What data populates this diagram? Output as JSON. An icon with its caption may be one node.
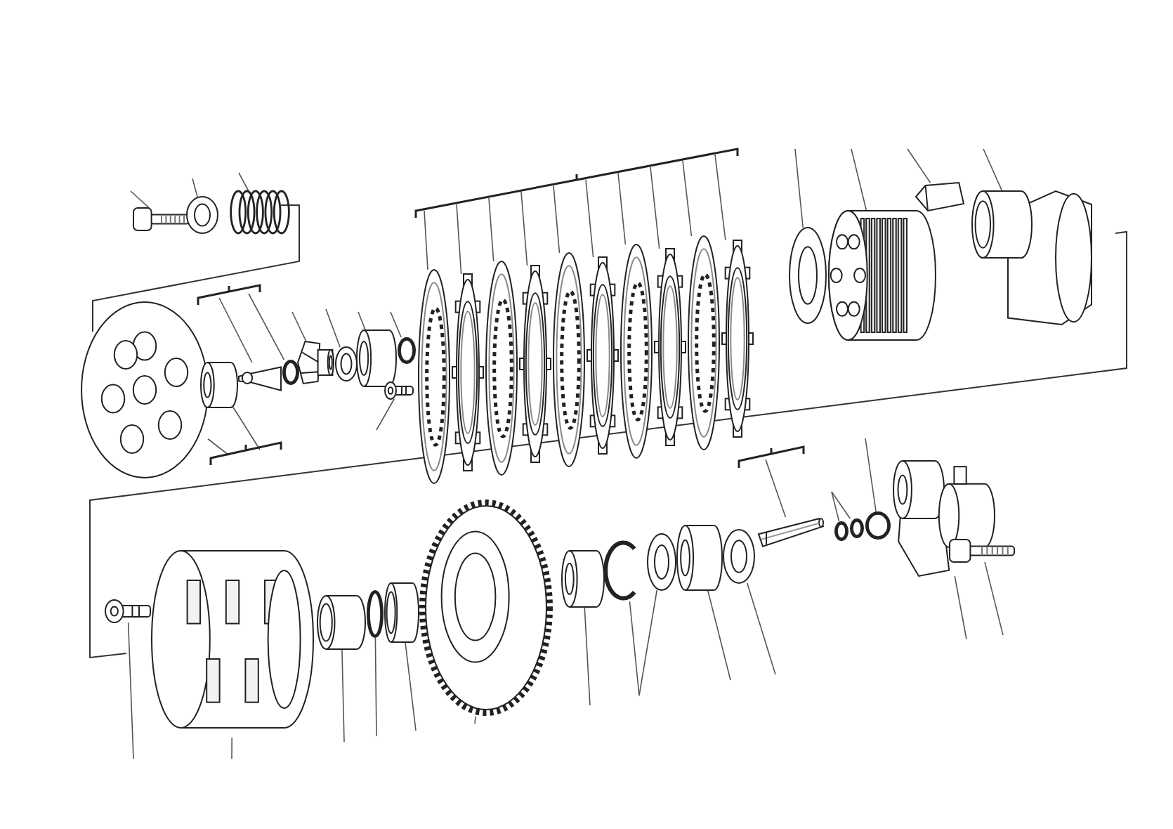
{
  "diagram": {
    "nodes": [
      {
        "text": [],
        "shape": "picture"
      },
      {
        "text": [],
        "shape": "picture"
      },
      {
        "text": [],
        "shape": "picture"
      },
      {
        "text": [],
        "shape": "picture"
      },
      {
        "text": [],
        "shape": "picture"
      },
      {
        "text": [],
        "shape": "picture"
      },
      {
        "text": [],
        "shape": "circle"
      },
      {
        "text": [],
        "shape": "picture"
      },
      {
        "text": [],
        "shape": "picture"
      },
      {
        "text": [],
        "shape": "picture"
      },
      {
        "text": [],
        "shape": "circle"
      },
      {
        "text": [],
        "shape": "picture"
      },
      {
        "text": [],
        "shape": "picture"
      },
      {
        "text": [],
        "shape": "picture"
      },
      {
        "text": [],
        "shape": "picture"
      },
      {
        "text": [],
        "shape": "picture"
      },
      {
        "text": [],
        "shape": "picture"
      },
      {
        "text": [],
        "shape": "picture"
      },
      {
        "text": [],
        "shape": "picture"
      },
      {
        "text": [],
        "shape": "picture"
      },
      {
        "text": [],
        "shape": "picture"
      },
      {
        "text": [],
        "shape": "picture"
      },
      {
        "text": [],
        "shape": "picture"
      },
      {
        "text": [],
        "shape": "picture"
      },
      {
        "text": [],
        "shape": "picture"
      },
      {
        "text": [],
        "shape": "picture"
      },
      {
        "text": [],
        "shape": "picture"
      },
      {
        "text": [],
        "shape": "picture"
      },
      {
        "text": [],
        "shape": "picture"
      },
      {
        "text": [],
        "shape": "circle"
      },
      {
        "text": [],
        "shape": "picture"
      },
      {
        "text": [],
        "shape": "picture"
      },
      {
        "text": [],
        "shape": "picture"
      },
      {
        "text": [],
        "shape": "picture"
      },
      {
        "text": [],
        "shape": "picture"
      },
      {
        "text": [],
        "shape": "picture"
      },
      {
        "text": [],
        "shape": "picture"
      },
      {
        "text": [],
        "shape": "picture"
      },
      {
        "text": [],
        "shape": "circle"
      },
      {
        "text": [],
        "shape": "circle"
      },
      {
        "text": [],
        "shape": "circle"
      },
      {
        "text": [],
        "shape": "picture"
      },
      {
        "text": [],
        "shape": "picture"
      },
      {
        "text": [],
        "shape": "bracket"
      },
      {
        "text": [],
        "shape": "bracket"
      },
      {
        "text": [],
        "shape": "bracket"
      },
      {
        "text": [],
        "shape": "bracket"
      }
    ],
    "edges": [
      {
        "from": null,
        "to": 0,
        "arrow": "none"
      },
      {
        "from": null,
        "to": 1,
        "arrow": "none"
      },
      {
        "from": null,
        "to": 2,
        "arrow": "none"
      },
      {
        "from": 45,
        "to": 3,
        "arrow": "none"
      },
      {
        "from": 45,
        "to": 4,
        "arrow": "none"
      },
      {
        "from": 44,
        "to": 5,
        "arrow": "none"
      },
      {
        "from": 44,
        "to": 6,
        "arrow": "none"
      },
      {
        "from": null,
        "to": 7,
        "arrow": "none"
      },
      {
        "from": null,
        "to": 8,
        "arrow": "none"
      },
      {
        "from": null,
        "to": 9,
        "arrow": "none"
      },
      {
        "from": null,
        "to": 10,
        "arrow": "none"
      },
      {
        "from": null,
        "to": 11,
        "arrow": "none"
      },
      {
        "from": 43,
        "to": 12,
        "arrow": "none"
      },
      {
        "from": 43,
        "to": 13,
        "arrow": "none"
      },
      {
        "from": 43,
        "to": 14,
        "arrow": "none"
      },
      {
        "from": 43,
        "to": 15,
        "arrow": "none"
      },
      {
        "from": 43,
        "to": 16,
        "arrow": "none"
      },
      {
        "from": 43,
        "to": 17,
        "arrow": "none"
      },
      {
        "from": 43,
        "to": 18,
        "arrow": "none"
      },
      {
        "from": 43,
        "to": 19,
        "arrow": "none"
      },
      {
        "from": 43,
        "to": 20,
        "arrow": "none"
      },
      {
        "from": 43,
        "to": 21,
        "arrow": "none"
      },
      {
        "from": null,
        "to": 22,
        "arrow": "none"
      },
      {
        "from": null,
        "to": 23,
        "arrow": "none"
      },
      {
        "from": null,
        "to": 24,
        "arrow": "none"
      },
      {
        "from": null,
        "to": 25,
        "arrow": "none"
      },
      {
        "from": null,
        "to": 26,
        "arrow": "none"
      },
      {
        "from": null,
        "to": 27,
        "arrow": "none"
      },
      {
        "from": null,
        "to": 28,
        "arrow": "none"
      },
      {
        "from": null,
        "to": 29,
        "arrow": "none"
      },
      {
        "from": null,
        "to": 30,
        "arrow": "none"
      },
      {
        "from": null,
        "to": 31,
        "arrow": "none"
      },
      {
        "from": null,
        "to": 32,
        "arrow": "none"
      },
      {
        "from": null,
        "to": 33,
        "arrow": "none"
      },
      {
        "from": null,
        "to": 34,
        "arrow": "none"
      },
      {
        "from": null,
        "to": 35,
        "arrow": "none"
      },
      {
        "from": null,
        "to": 36,
        "arrow": "none"
      },
      {
        "from": 46,
        "to": 37,
        "arrow": "none"
      },
      {
        "from": null,
        "to": 38,
        "arrow": "none"
      },
      {
        "from": null,
        "to": 39,
        "arrow": "none"
      },
      {
        "from": null,
        "to": 40,
        "arrow": "none"
      },
      {
        "from": null,
        "to": 41,
        "arrow": "none"
      },
      {
        "from": null,
        "to": 42,
        "arrow": "none"
      }
    ]
  }
}
